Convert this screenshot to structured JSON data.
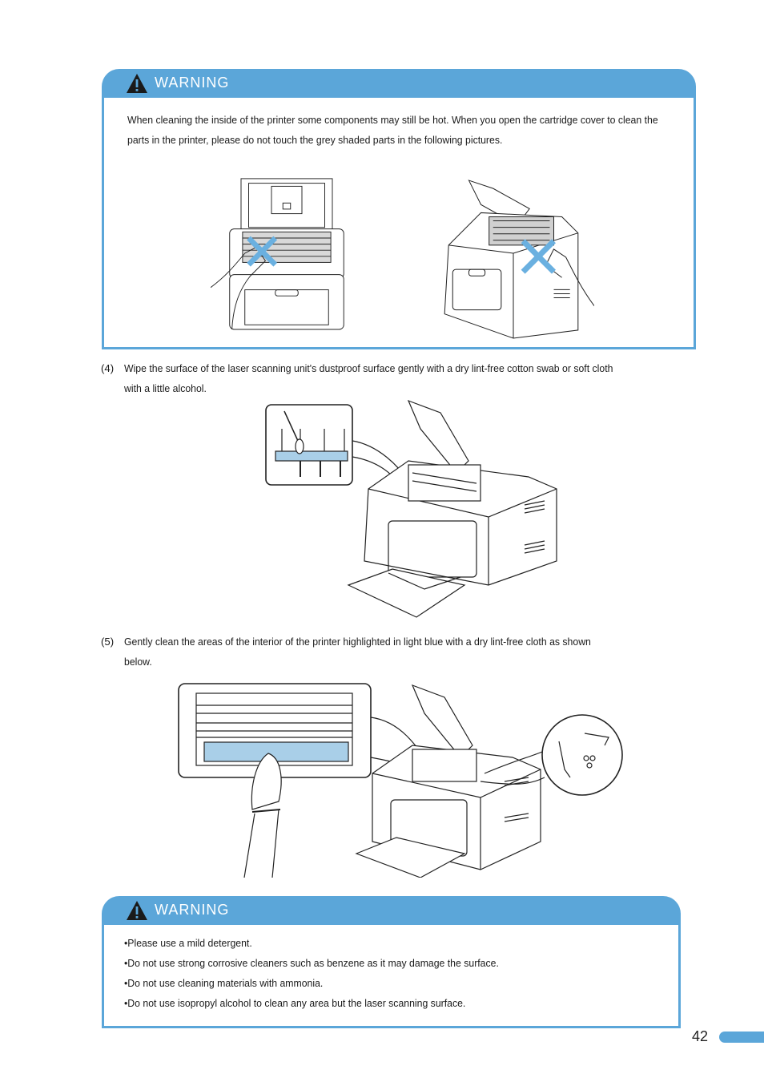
{
  "warning_top": {
    "title": "WARNING",
    "line1": "When cleaning the inside of the printer some components may still be hot. When you open the cartridge cover to clean the",
    "line2": "parts in the printer, please do not touch the grey shaded parts in the following pictures."
  },
  "step4": {
    "number": "(4)",
    "line1": "Wipe the surface of the laser scanning unit's dustproof surface gently with a dry lint-free cotton swab or soft cloth",
    "line2": "with a little alcohol."
  },
  "step5": {
    "number": "(5)",
    "line1": "Gently clean the areas of the interior of the printer highlighted in light blue with a dry lint-free cloth as shown",
    "line2": "below."
  },
  "warning_bottom": {
    "title": "WARNING",
    "items": [
      "•Please use a mild detergent.",
      "•Do not use strong corrosive cleaners such as benzene as it may damage the surface.",
      "•Do not use cleaning materials with ammonia.",
      "•Do not use isopropyl alcohol to clean any area but the laser scanning surface."
    ]
  },
  "page_number": "42",
  "colors": {
    "accent": "#5ba6d9",
    "highlight": "#a9cfe8",
    "x_mark": "#6ab0e0"
  }
}
